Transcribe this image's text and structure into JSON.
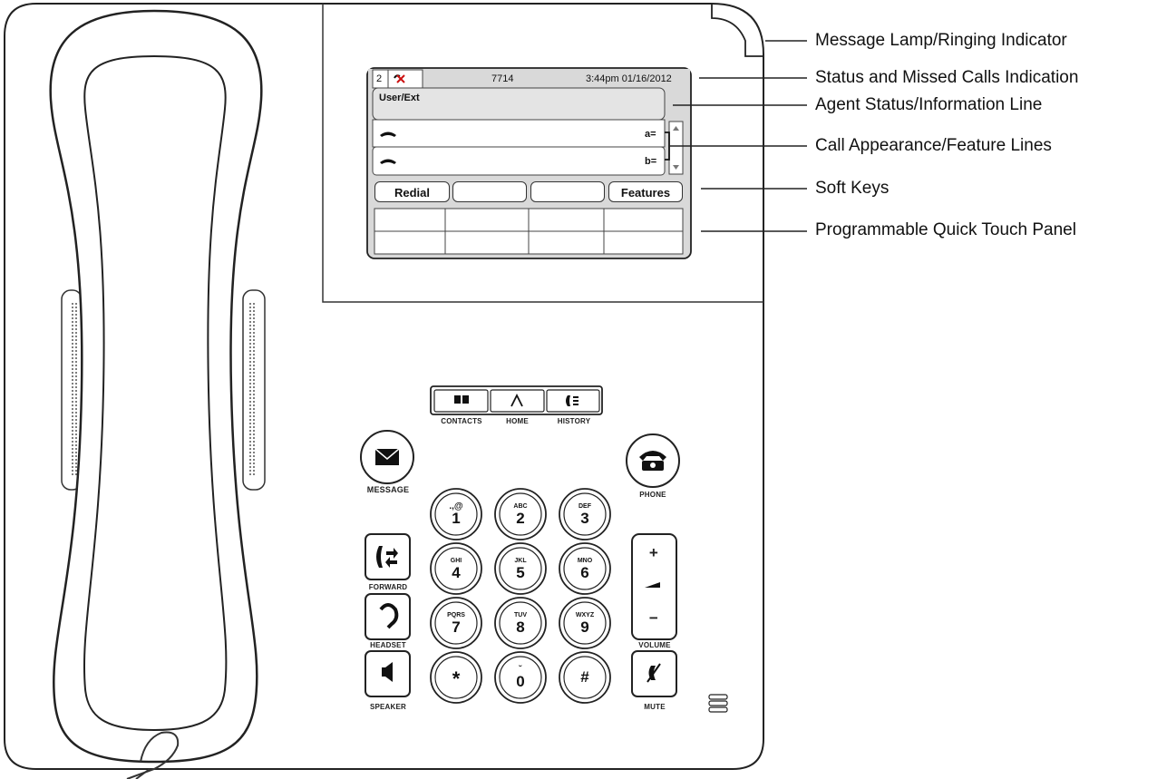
{
  "callouts": {
    "message_lamp": "Message Lamp/Ringing Indicator",
    "status": "Status and Missed Calls Indication",
    "agent": "Agent Status/Information Line",
    "call_appearance": "Call Appearance/Feature Lines",
    "soft_keys": "Soft Keys",
    "quick_touch": "Programmable Quick Touch Panel"
  },
  "screen": {
    "missed_count": "2",
    "extension": "7714",
    "datetime": "3:44pm 01/16/2012",
    "agent_line": "User/Ext",
    "line_a": "a=",
    "line_b": "b=",
    "softkeys": [
      "Redial",
      "",
      "",
      "Features"
    ]
  },
  "buttons": {
    "contacts": "CONTACTS",
    "home": "HOME",
    "history": "HISTORY",
    "message": "MESSAGE",
    "phone": "PHONE",
    "forward": "FORWARD",
    "headset": "HEADSET",
    "speaker": "SPEAKER",
    "volume": "VOLUME",
    "mute": "MUTE",
    "vol_plus": "+",
    "vol_minus": "−"
  },
  "keypad": [
    {
      "digit": "1",
      "letters": ".,@"
    },
    {
      "digit": "2",
      "letters": "ABC"
    },
    {
      "digit": "3",
      "letters": "DEF"
    },
    {
      "digit": "4",
      "letters": "GHI"
    },
    {
      "digit": "5",
      "letters": "JKL"
    },
    {
      "digit": "6",
      "letters": "MNO"
    },
    {
      "digit": "7",
      "letters": "PQRS"
    },
    {
      "digit": "8",
      "letters": "TUV"
    },
    {
      "digit": "9",
      "letters": "WXYZ"
    },
    {
      "digit": "*",
      "letters": ""
    },
    {
      "digit": "0",
      "letters": "˘"
    },
    {
      "digit": "#",
      "letters": ""
    }
  ],
  "icons": {
    "missed_call": "missed-call-icon",
    "handset_line": "handset-icon",
    "contacts": "book-icon",
    "home": "home-icon",
    "history": "history-icon",
    "message": "envelope-icon",
    "phone": "phone-icon",
    "forward": "forward-icon",
    "headset": "headset-icon",
    "speaker": "speaker-icon",
    "mute": "mute-icon"
  },
  "colors": {
    "outline": "#222222",
    "screen_bg": "#d9d9d9",
    "missed_call": "#cc1111"
  }
}
